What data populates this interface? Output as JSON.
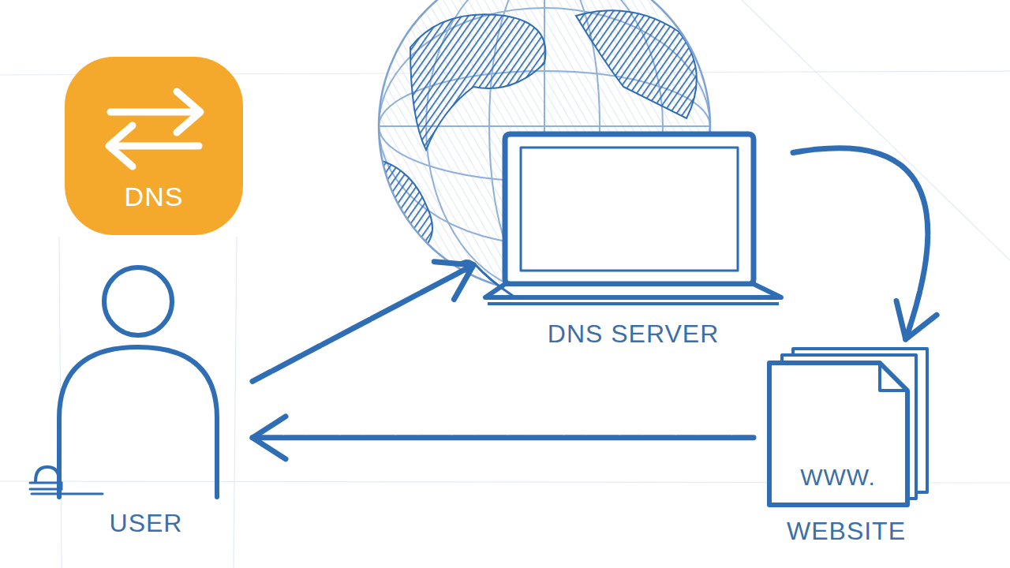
{
  "diagram": {
    "nodes": [
      {
        "text": [
          "DNS"
        ]
      },
      {
        "text": [
          "DNS SERVER"
        ]
      },
      {
        "text": [
          "USER"
        ]
      },
      {
        "text": [
          "WWW.",
          "WEBSITE"
        ]
      }
    ],
    "edges": [
      {
        "from": 2,
        "to": 1,
        "arrow": "to"
      },
      {
        "from": 1,
        "to": 3,
        "arrow": "to"
      },
      {
        "from": 3,
        "to": 2,
        "arrow": "to"
      }
    ]
  }
}
